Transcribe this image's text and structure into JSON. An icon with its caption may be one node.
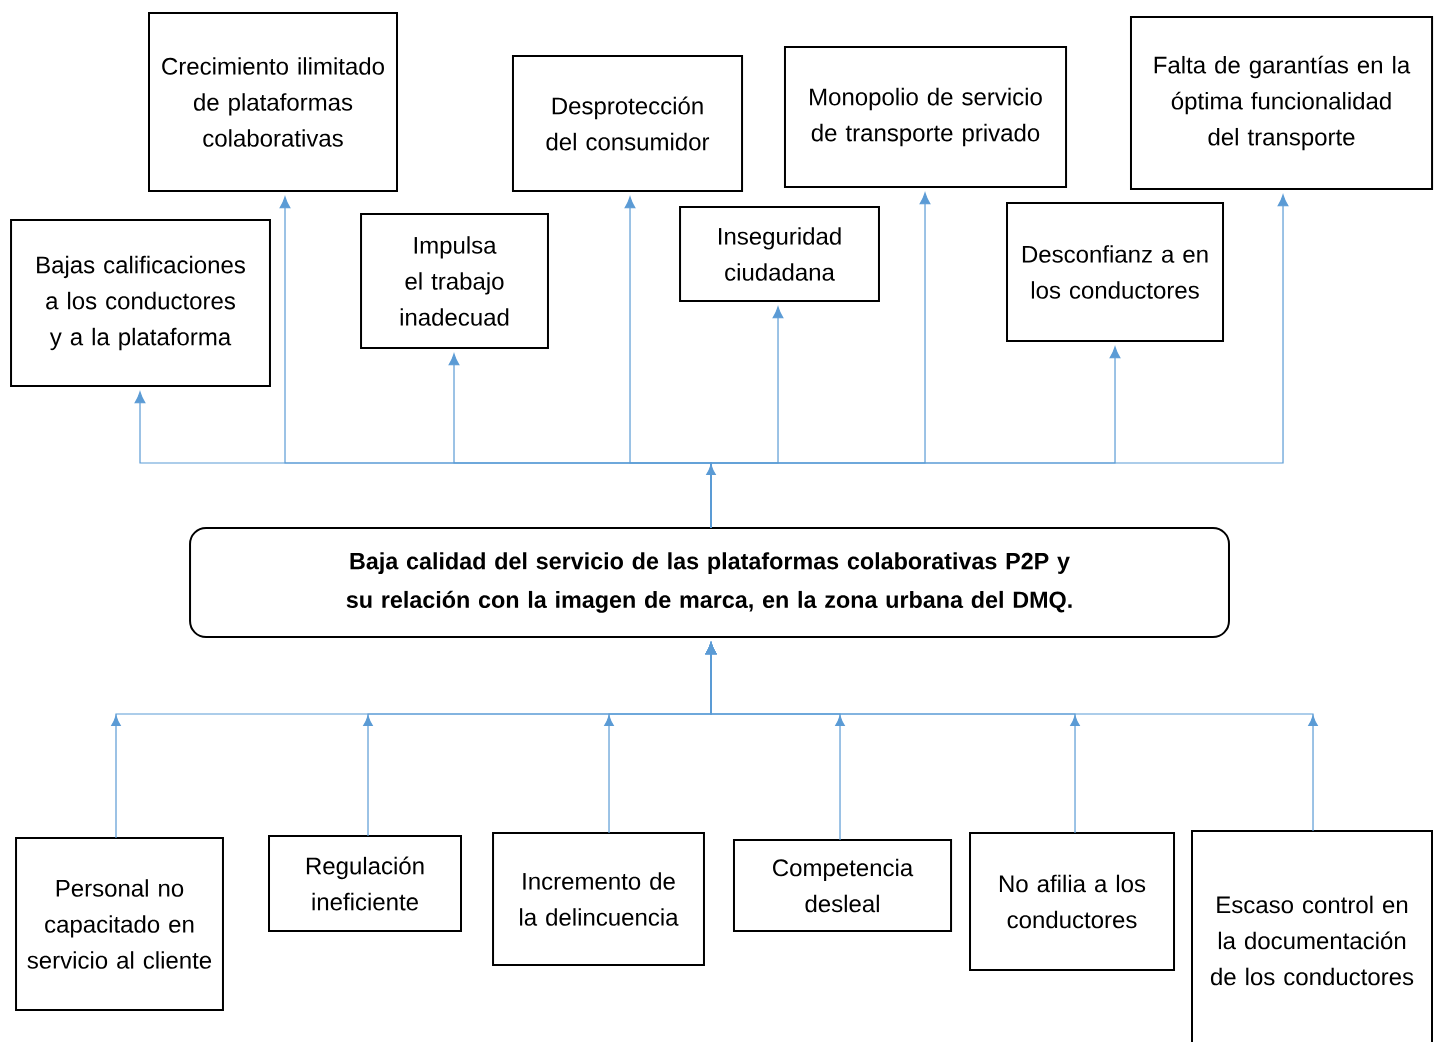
{
  "diagram": {
    "nodes": [
      {
        "text": [
          "Bajas calificaciones a los conductores y a la plataforma"
        ]
      },
      {
        "text": [
          "Crecimiento ilimitado de plataformas colaborativas"
        ]
      },
      {
        "text": [
          "Impulsa el trabajo inadecuad"
        ]
      },
      {
        "text": [
          "Desprotección del consumidor"
        ]
      },
      {
        "text": [
          "Inseguridad ciudadana"
        ]
      },
      {
        "text": [
          "Monopolio de servicio de transporte privado"
        ]
      },
      {
        "text": [
          "Desconfianz a en los conductores"
        ]
      },
      {
        "text": [
          "Falta de garantías en la óptima funcionalidad del transporte"
        ]
      },
      {
        "text": [
          "Baja calidad del servicio de las plataformas colaborativas P2P y su relación con la imagen de marca, en la zona urbana del DMQ."
        ]
      },
      {
        "text": [
          "Personal no capacitado en servicio al cliente"
        ]
      },
      {
        "text": [
          "Regulación ineficiente"
        ]
      },
      {
        "text": [
          "Incremento de la delincuencia"
        ]
      },
      {
        "text": [
          "Competencia desleal"
        ]
      },
      {
        "text": [
          "No afilia a los conductores"
        ]
      },
      {
        "text": [
          "Escaso control en la documentación de los conductores"
        ]
      }
    ],
    "edges": [
      {
        "from": 8,
        "to": 0,
        "arrow": "to"
      },
      {
        "from": 8,
        "to": 1,
        "arrow": "to"
      },
      {
        "from": 8,
        "to": 2,
        "arrow": "to"
      },
      {
        "from": 8,
        "to": 3,
        "arrow": "to"
      },
      {
        "from": 8,
        "to": 4,
        "arrow": "to"
      },
      {
        "from": 8,
        "to": 5,
        "arrow": "to"
      },
      {
        "from": 8,
        "to": 6,
        "arrow": "to"
      },
      {
        "from": 8,
        "to": 7,
        "arrow": "to"
      },
      {
        "from": 9,
        "to": 8,
        "arrow": "to"
      },
      {
        "from": 10,
        "to": 8,
        "arrow": "to"
      },
      {
        "from": 11,
        "to": 8,
        "arrow": "to"
      },
      {
        "from": 12,
        "to": 8,
        "arrow": "to"
      },
      {
        "from": 13,
        "to": 8,
        "arrow": "to"
      },
      {
        "from": 14,
        "to": 8,
        "arrow": "to"
      }
    ]
  }
}
